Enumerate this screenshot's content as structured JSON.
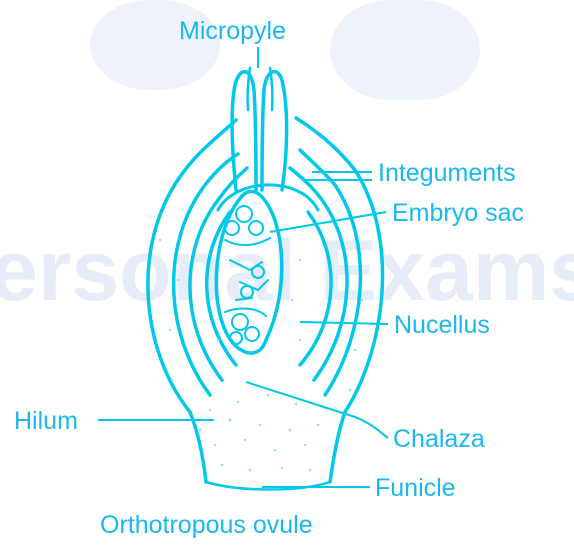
{
  "watermark": {
    "text": "ersonal Exams C",
    "color": "#e6ecf8"
  },
  "diagram": {
    "caption": "Orthotropous ovule",
    "labels": {
      "micropyle": "Micropyle",
      "integuments": "Integuments",
      "embryo_sac": "Embryo sac",
      "nucellus": "Nucellus",
      "hilum": "Hilum",
      "chalaza": "Chalaza",
      "funicle": "Funicle"
    },
    "colors": {
      "line": "#00c8e8",
      "text": "#1ab8ec",
      "stipple": "#8fe4f2"
    }
  }
}
